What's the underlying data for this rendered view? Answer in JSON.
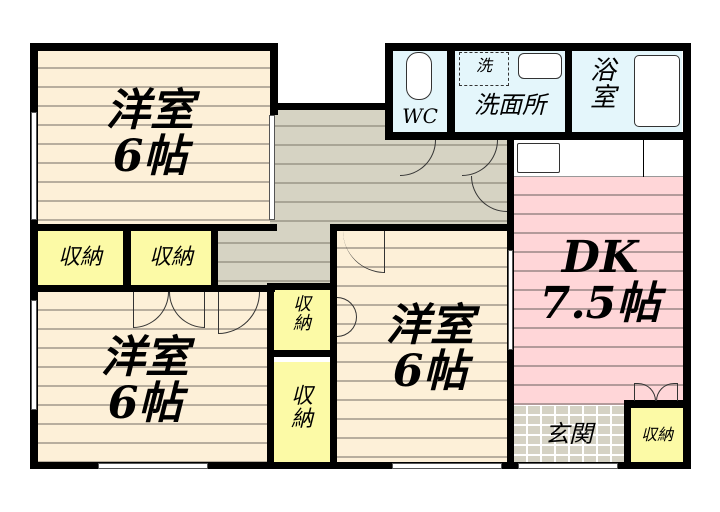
{
  "floorplan": {
    "rooms": [
      {
        "id": "western-room-top-left",
        "type": "洋室",
        "size": "6帖"
      },
      {
        "id": "western-room-bottom-left",
        "type": "洋室",
        "size": "6帖"
      },
      {
        "id": "western-room-center",
        "type": "洋室",
        "size": "6帖"
      },
      {
        "id": "dining-kitchen",
        "type": "DK",
        "size": "7.5帖"
      }
    ],
    "storage": [
      {
        "id": "storage-1",
        "label": "収納"
      },
      {
        "id": "storage-2",
        "label": "収納"
      },
      {
        "id": "storage-3",
        "label": "収納",
        "lines": [
          "収",
          "納"
        ]
      },
      {
        "id": "storage-4",
        "label": "収納",
        "lines": [
          "収",
          "納"
        ]
      },
      {
        "id": "storage-entrance",
        "label": "収納"
      }
    ],
    "wet_areas": {
      "toilet": "WC",
      "washroom": "洗面所",
      "washer": "洗",
      "bathroom": "浴室",
      "bathroom_lines": [
        "浴",
        "室"
      ]
    },
    "entrance": "玄関",
    "colors": {
      "wall": "#000000",
      "western_room_floor": "#fdf0d8",
      "hall_floor": "#d6d3c3",
      "dk_floor": "#ffd6d8",
      "storage": "#fcfaa6",
      "wet_area": "#e4f6fb",
      "entrance": "#d5d2c4"
    }
  }
}
